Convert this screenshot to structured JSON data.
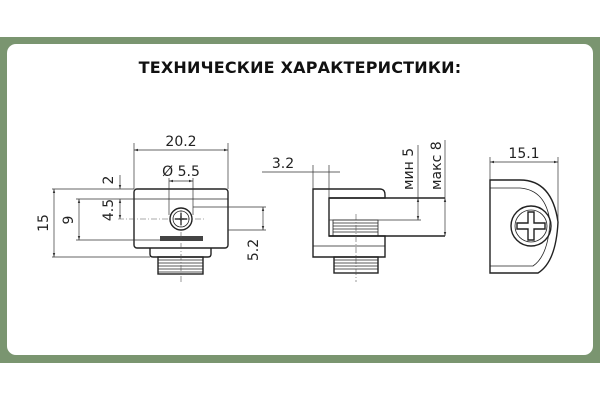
{
  "title": "ТЕХНИЧЕСКИЕ ХАРАКТЕРИСТИКИ:",
  "dimensions": {
    "width": "20.2",
    "hole_diameter": "Ø 5.5",
    "height": "15",
    "inner_height": "9",
    "top_offset": "2",
    "center_offset": "4.5",
    "bottom_offset": "5.2",
    "wall": "3.2",
    "glass_min": "мин 5",
    "glass_max": "макс 8",
    "depth": "15.1"
  },
  "colors": {
    "frame": "#7a9570",
    "line": "#222222"
  }
}
